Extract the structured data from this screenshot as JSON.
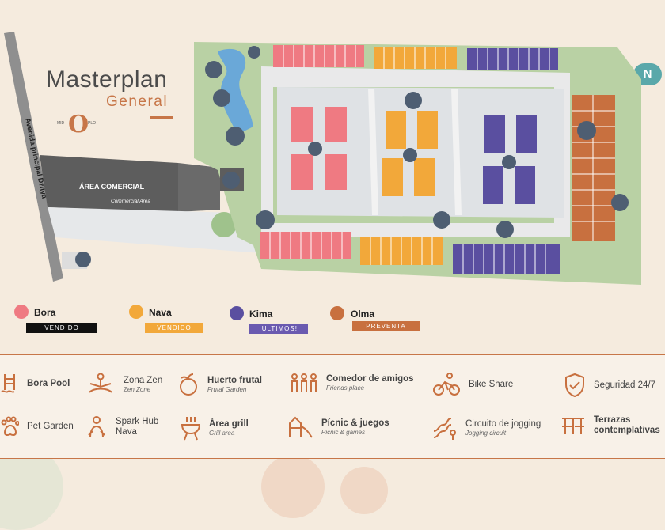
{
  "header": {
    "title": "Masterplan",
    "subtitle": "General",
    "logo_letter": "O",
    "logo_left": "MID",
    "logo_right": "PLO",
    "compass": "N"
  },
  "map": {
    "avenue_label": "Avenida principal Dzityá",
    "commercial_label": "ÁREA COMERCIAL",
    "commercial_sub": "Commercial Area"
  },
  "legend": [
    {
      "name": "Bora",
      "status": "VENDIDO",
      "color": "#ef7a82",
      "tag_color": "#111111"
    },
    {
      "name": "Nava",
      "status": "VENDIDO",
      "color": "#f2a83a",
      "tag_color": "#f2a83a"
    },
    {
      "name": "Kima",
      "status": "¡ULTIMOS!",
      "color": "#5a4fa0",
      "tag_color": "#6a5ab0"
    },
    {
      "name": "Olma",
      "status": "PREVENTA",
      "color": "#c8703f",
      "tag_color": "#c8703f"
    }
  ],
  "amenities": [
    {
      "icon": "pool-icon",
      "name": "Bora Pool",
      "sub": ""
    },
    {
      "icon": "yoga-icon",
      "name": "Zona Zen",
      "sub": "Zen Zone"
    },
    {
      "icon": "fruit-icon",
      "name": "Huerto frutal",
      "sub": "Frutal Garden"
    },
    {
      "icon": "people-icon",
      "name": "Comedor de amigos",
      "sub": "Friends place"
    },
    {
      "icon": "bike-icon",
      "name": "Bike Share",
      "sub": ""
    },
    {
      "icon": "shield-icon",
      "name": "Seguridad 24/7",
      "sub": ""
    },
    {
      "icon": "paw-icon",
      "name": "Pet Garden",
      "sub": ""
    },
    {
      "icon": "spark-icon",
      "name": "Spark Hub Nava",
      "sub": ""
    },
    {
      "icon": "grill-icon",
      "name": "Área grill",
      "sub": "Grill area"
    },
    {
      "icon": "playground-icon",
      "name": "Pícnic & juegos",
      "sub": "Picnic & games"
    },
    {
      "icon": "jogging-icon",
      "name": "Circuito de jogging",
      "sub": "Jogging circuit"
    },
    {
      "icon": "terrace-icon",
      "name": "Terrazas contemplativas",
      "sub": ""
    }
  ],
  "colors": {
    "background": "#f5ebde",
    "accent": "#c77648",
    "bora": "#ef7a82",
    "nava": "#f2a83a",
    "kima": "#5a4fa0",
    "olma": "#c8703f",
    "green": "#b9d1a4",
    "road": "#e9e9ea"
  }
}
